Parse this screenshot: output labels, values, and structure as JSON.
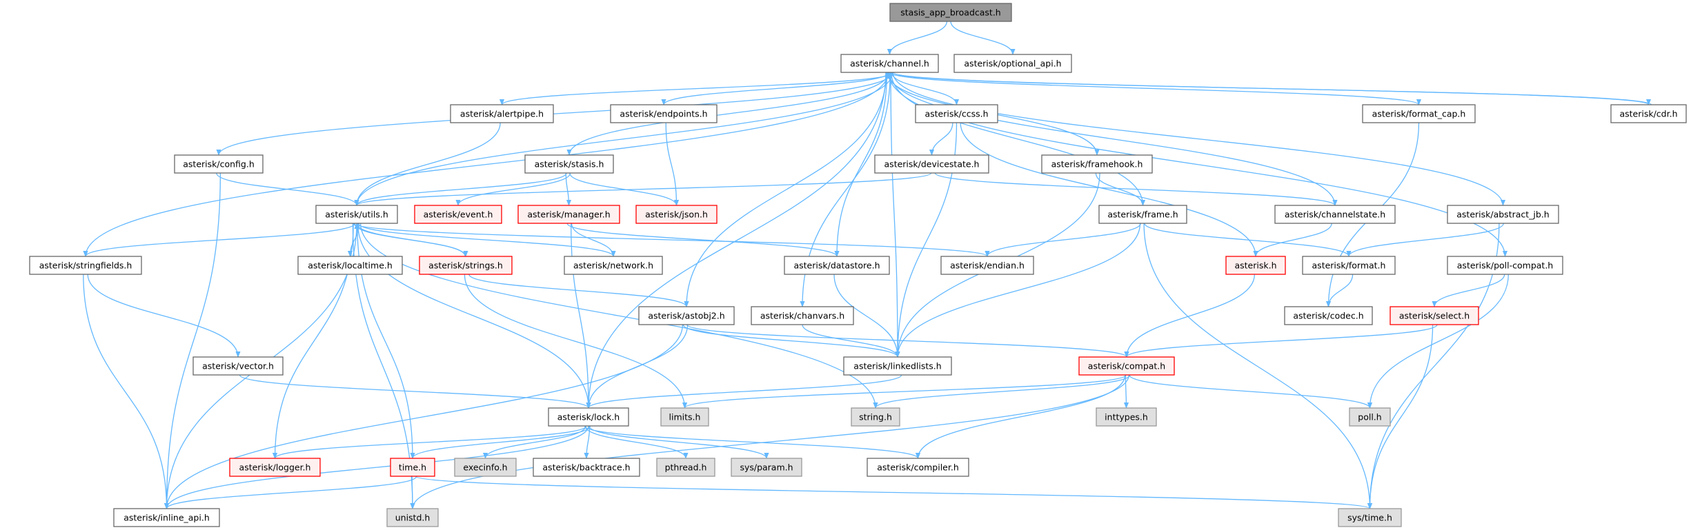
{
  "title": "stasis_app_broadcast.h",
  "colors": {
    "edge": "#63b8ff",
    "root_fill": "#999999",
    "root_stroke": "#666666",
    "normal_fill": "#ffffff",
    "normal_stroke": "#666666",
    "red_fill": "#fff0f0",
    "red_stroke": "#ff0000",
    "system_fill": "#e0e0e0",
    "system_stroke": "#999999"
  },
  "nodes": {
    "root": {
      "label": "stasis_app_broadcast.h",
      "style": "root"
    },
    "channel": {
      "label": "asterisk/channel.h",
      "style": "normal"
    },
    "optional_api": {
      "label": "asterisk/optional_api.h",
      "style": "normal"
    },
    "alertpipe": {
      "label": "asterisk/alertpipe.h",
      "style": "normal"
    },
    "endpoints": {
      "label": "asterisk/endpoints.h",
      "style": "normal"
    },
    "ccss": {
      "label": "asterisk/ccss.h",
      "style": "normal"
    },
    "format_cap": {
      "label": "asterisk/format_cap.h",
      "style": "normal"
    },
    "cdr": {
      "label": "asterisk/cdr.h",
      "style": "normal"
    },
    "config": {
      "label": "asterisk/config.h",
      "style": "normal"
    },
    "stasis": {
      "label": "asterisk/stasis.h",
      "style": "normal"
    },
    "devicestate": {
      "label": "asterisk/devicestate.h",
      "style": "normal"
    },
    "framehook": {
      "label": "asterisk/framehook.h",
      "style": "normal"
    },
    "utils": {
      "label": "asterisk/utils.h",
      "style": "normal"
    },
    "event": {
      "label": "asterisk/event.h",
      "style": "red"
    },
    "manager": {
      "label": "asterisk/manager.h",
      "style": "red"
    },
    "json": {
      "label": "asterisk/json.h",
      "style": "red"
    },
    "frame": {
      "label": "asterisk/frame.h",
      "style": "normal"
    },
    "channelstate": {
      "label": "asterisk/channelstate.h",
      "style": "normal"
    },
    "abstract_jb": {
      "label": "asterisk/abstract_jb.h",
      "style": "normal"
    },
    "stringfields": {
      "label": "asterisk/stringfields.h",
      "style": "normal"
    },
    "localtime": {
      "label": "asterisk/localtime.h",
      "style": "normal"
    },
    "strings": {
      "label": "asterisk/strings.h",
      "style": "red"
    },
    "network": {
      "label": "asterisk/network.h",
      "style": "normal"
    },
    "datastore": {
      "label": "asterisk/datastore.h",
      "style": "normal"
    },
    "endian": {
      "label": "asterisk/endian.h",
      "style": "normal"
    },
    "asterisk": {
      "label": "asterisk.h",
      "style": "red"
    },
    "format": {
      "label": "asterisk/format.h",
      "style": "normal"
    },
    "poll_compat": {
      "label": "asterisk/poll-compat.h",
      "style": "normal"
    },
    "astobj2": {
      "label": "asterisk/astobj2.h",
      "style": "normal"
    },
    "chanvars": {
      "label": "asterisk/chanvars.h",
      "style": "normal"
    },
    "codec": {
      "label": "asterisk/codec.h",
      "style": "normal"
    },
    "select": {
      "label": "asterisk/select.h",
      "style": "red"
    },
    "vector": {
      "label": "asterisk/vector.h",
      "style": "normal"
    },
    "linkedlists": {
      "label": "asterisk/linkedlists.h",
      "style": "normal"
    },
    "compat": {
      "label": "asterisk/compat.h",
      "style": "red"
    },
    "lock": {
      "label": "asterisk/lock.h",
      "style": "normal"
    },
    "limits": {
      "label": "limits.h",
      "style": "system"
    },
    "string": {
      "label": "string.h",
      "style": "system"
    },
    "inttypes": {
      "label": "inttypes.h",
      "style": "system"
    },
    "poll": {
      "label": "poll.h",
      "style": "system"
    },
    "logger": {
      "label": "asterisk/logger.h",
      "style": "red"
    },
    "time": {
      "label": "time.h",
      "style": "red"
    },
    "execinfo": {
      "label": "execinfo.h",
      "style": "system"
    },
    "backtrace": {
      "label": "asterisk/backtrace.h",
      "style": "normal"
    },
    "pthread": {
      "label": "pthread.h",
      "style": "system"
    },
    "sysparam": {
      "label": "sys/param.h",
      "style": "system"
    },
    "compiler": {
      "label": "asterisk/compiler.h",
      "style": "normal"
    },
    "inline_api": {
      "label": "asterisk/inline_api.h",
      "style": "normal"
    },
    "unistd": {
      "label": "unistd.h",
      "style": "system"
    },
    "systime": {
      "label": "sys/time.h",
      "style": "system"
    }
  },
  "edges": [
    [
      "root",
      "channel"
    ],
    [
      "root",
      "optional_api"
    ],
    [
      "channel",
      "alertpipe"
    ],
    [
      "channel",
      "endpoints"
    ],
    [
      "channel",
      "config"
    ],
    [
      "channel",
      "stasis"
    ],
    [
      "channel",
      "utils"
    ],
    [
      "channel",
      "stringfields"
    ],
    [
      "channel",
      "ccss"
    ],
    [
      "channel",
      "framehook"
    ],
    [
      "channel",
      "frame"
    ],
    [
      "channel",
      "datastore"
    ],
    [
      "channel",
      "linkedlists"
    ],
    [
      "channel",
      "astobj2"
    ],
    [
      "channel",
      "chanvars"
    ],
    [
      "channel",
      "lock"
    ],
    [
      "channel",
      "format_cap"
    ],
    [
      "channel",
      "cdr"
    ],
    [
      "channel",
      "channelstate"
    ],
    [
      "channel",
      "abstract_jb"
    ],
    [
      "channel",
      "poll_compat"
    ],
    [
      "cdr",
      "channel"
    ],
    [
      "alertpipe",
      "utils"
    ],
    [
      "endpoints",
      "json"
    ],
    [
      "config",
      "utils"
    ],
    [
      "config",
      "inline_api"
    ],
    [
      "stasis",
      "utils"
    ],
    [
      "stasis",
      "event"
    ],
    [
      "stasis",
      "manager"
    ],
    [
      "stasis",
      "json"
    ],
    [
      "ccss",
      "devicestate"
    ],
    [
      "ccss",
      "linkedlists"
    ],
    [
      "ccss",
      "asterisk"
    ],
    [
      "devicestate",
      "utils"
    ],
    [
      "devicestate",
      "channelstate"
    ],
    [
      "framehook",
      "frame"
    ],
    [
      "framehook",
      "linkedlists"
    ],
    [
      "utils",
      "stringfields"
    ],
    [
      "utils",
      "localtime"
    ],
    [
      "utils",
      "strings"
    ],
    [
      "utils",
      "network"
    ],
    [
      "utils",
      "endian"
    ],
    [
      "utils",
      "lock"
    ],
    [
      "utils",
      "logger"
    ],
    [
      "utils",
      "time"
    ],
    [
      "utils",
      "unistd"
    ],
    [
      "utils",
      "inline_api"
    ],
    [
      "utils",
      "string"
    ],
    [
      "strings",
      "utils"
    ],
    [
      "strings",
      "astobj2"
    ],
    [
      "strings",
      "limits"
    ],
    [
      "manager",
      "network"
    ],
    [
      "manager",
      "datastore"
    ],
    [
      "manager",
      "lock"
    ],
    [
      "frame",
      "endian"
    ],
    [
      "frame",
      "format"
    ],
    [
      "frame",
      "linkedlists"
    ],
    [
      "frame",
      "systime"
    ],
    [
      "channelstate",
      "asterisk"
    ],
    [
      "abstract_jb",
      "format"
    ],
    [
      "abstract_jb",
      "systime"
    ],
    [
      "format_cap",
      "codec"
    ],
    [
      "format",
      "codec"
    ],
    [
      "poll_compat",
      "select"
    ],
    [
      "poll_compat",
      "poll"
    ],
    [
      "asterisk",
      "compat"
    ],
    [
      "select",
      "compat"
    ],
    [
      "select",
      "systime"
    ],
    [
      "stringfields",
      "vector"
    ],
    [
      "stringfields",
      "inline_api"
    ],
    [
      "vector",
      "lock"
    ],
    [
      "datastore",
      "linkedlists"
    ],
    [
      "astobj2",
      "lock"
    ],
    [
      "astobj2",
      "linkedlists"
    ],
    [
      "astobj2",
      "compat"
    ],
    [
      "astobj2",
      "inline_api"
    ],
    [
      "chanvars",
      "linkedlists"
    ],
    [
      "linkedlists",
      "lock"
    ],
    [
      "compat",
      "limits"
    ],
    [
      "compat",
      "string"
    ],
    [
      "compat",
      "inttypes"
    ],
    [
      "compat",
      "poll"
    ],
    [
      "compat",
      "compiler"
    ],
    [
      "compat",
      "unistd"
    ],
    [
      "lock",
      "logger"
    ],
    [
      "lock",
      "time"
    ],
    [
      "lock",
      "execinfo"
    ],
    [
      "lock",
      "backtrace"
    ],
    [
      "lock",
      "pthread"
    ],
    [
      "lock",
      "sysparam"
    ],
    [
      "lock",
      "compiler"
    ],
    [
      "lock",
      "inline_api"
    ],
    [
      "time",
      "inline_api"
    ],
    [
      "time",
      "unistd"
    ],
    [
      "time",
      "systime"
    ]
  ]
}
